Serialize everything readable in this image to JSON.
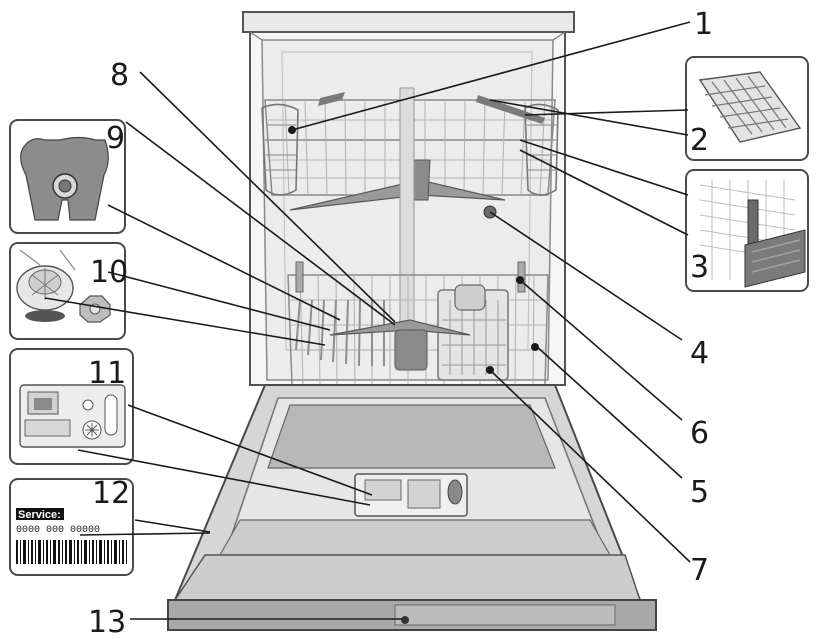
{
  "callouts": {
    "n1": "1",
    "n2": "2",
    "n3": "3",
    "n4": "4",
    "n5": "5",
    "n6": "6",
    "n7": "7",
    "n8": "8",
    "n9": "9",
    "n10": "10",
    "n11": "11",
    "n12": "12",
    "n13": "13"
  },
  "rating_plate": {
    "service_label": "Service:",
    "service_number": "0000 000 00000"
  },
  "colors": {
    "line": "#1a1a1a",
    "tub": "#cfcfcf",
    "rack": "#8a8a8a",
    "door": "#bdbdbd"
  }
}
